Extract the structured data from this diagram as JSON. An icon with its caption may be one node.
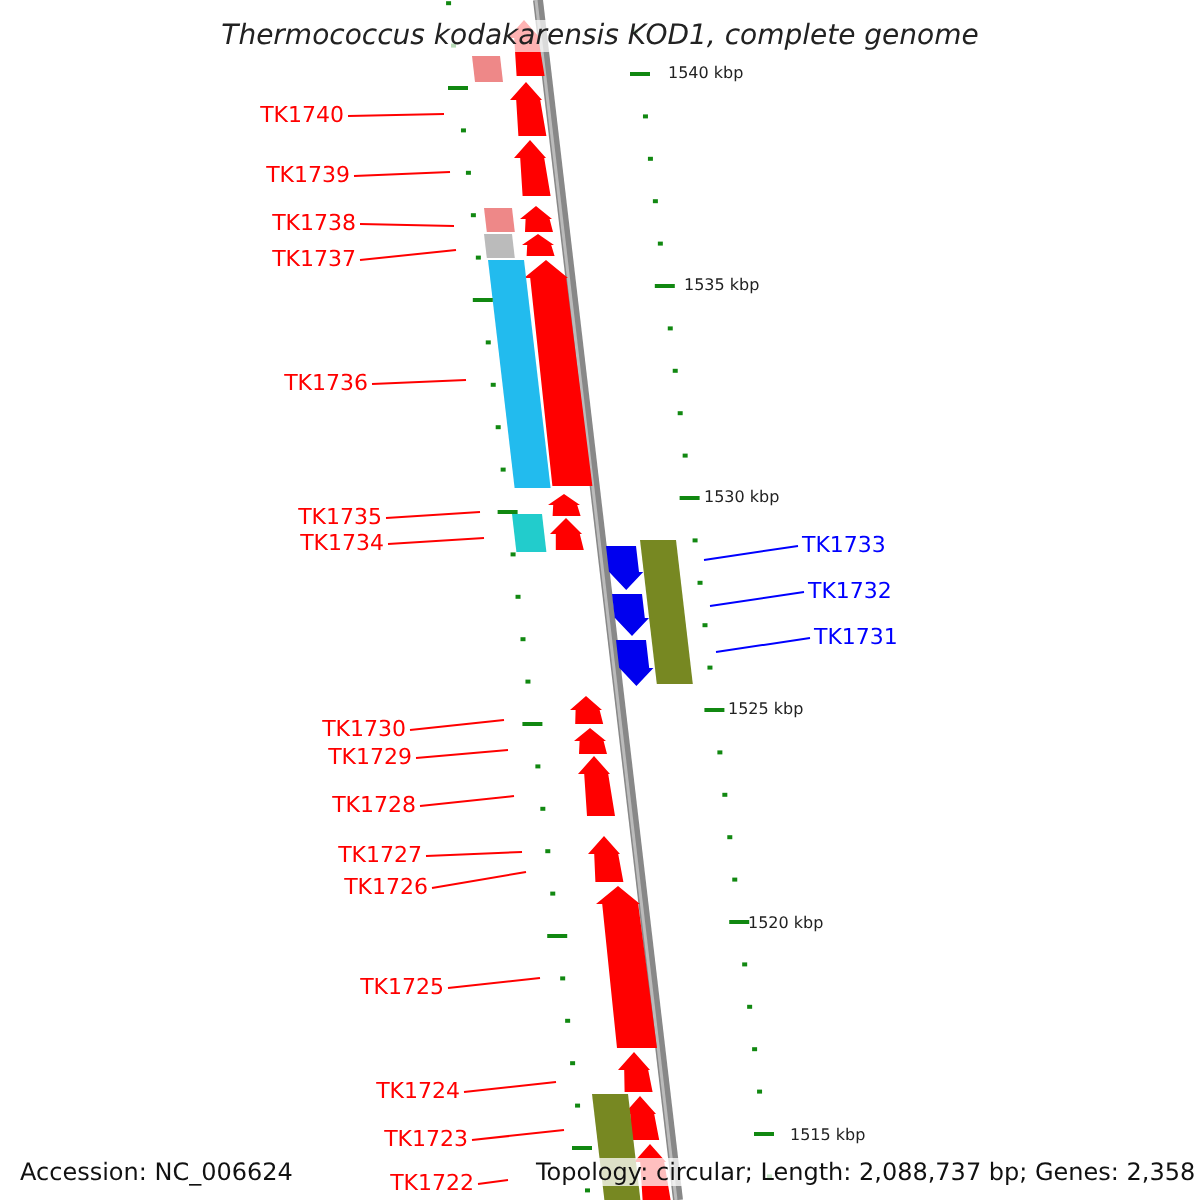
{
  "diagram": {
    "title": "Thermococcus kodakarensis KOD1, complete genome",
    "nodes": [
      {
        "text": [
          "TK1740"
        ]
      },
      {
        "text": [
          "TK1739"
        ]
      },
      {
        "text": [
          "TK1738"
        ]
      },
      {
        "text": [
          "TK1737"
        ]
      },
      {
        "text": [
          "TK1736"
        ]
      },
      {
        "text": [
          "TK1735"
        ]
      },
      {
        "text": [
          "TK1734"
        ]
      },
      {
        "text": [
          "TK1733"
        ]
      },
      {
        "text": [
          "TK1732"
        ]
      },
      {
        "text": [
          "TK1731"
        ]
      },
      {
        "text": [
          "TK1730"
        ]
      },
      {
        "text": [
          "TK1729"
        ]
      },
      {
        "text": [
          "TK1728"
        ]
      },
      {
        "text": [
          "TK1727"
        ]
      },
      {
        "text": [
          "TK1726"
        ]
      },
      {
        "text": [
          "TK1725"
        ]
      },
      {
        "text": [
          "TK1724"
        ]
      },
      {
        "text": [
          "TK1723"
        ]
      },
      {
        "text": [
          "TK1722"
        ]
      }
    ],
    "edges": [
      {
        "from": 0,
        "to": null,
        "arrow": "none"
      },
      {
        "from": 1,
        "to": null,
        "arrow": "none"
      },
      {
        "from": 2,
        "to": null,
        "arrow": "none"
      },
      {
        "from": 3,
        "to": null,
        "arrow": "none"
      },
      {
        "from": 4,
        "to": null,
        "arrow": "none"
      },
      {
        "from": 5,
        "to": null,
        "arrow": "none"
      },
      {
        "from": 6,
        "to": null,
        "arrow": "none"
      },
      {
        "from": 7,
        "to": null,
        "arrow": "none",
        "color": "#0000ff"
      },
      {
        "from": 8,
        "to": null,
        "arrow": "none",
        "color": "#0000ff"
      },
      {
        "from": 9,
        "to": null,
        "arrow": "none",
        "color": "#0000ff"
      },
      {
        "from": 10,
        "to": null,
        "arrow": "none"
      },
      {
        "from": 11,
        "to": null,
        "arrow": "none"
      },
      {
        "from": 12,
        "to": null,
        "arrow": "none"
      },
      {
        "from": 13,
        "to": null,
        "arrow": "none"
      },
      {
        "from": 14,
        "to": null,
        "arrow": "none"
      },
      {
        "from": 15,
        "to": null,
        "arrow": "none"
      },
      {
        "from": 16,
        "to": null,
        "arrow": "none"
      },
      {
        "from": 17,
        "to": null,
        "arrow": "none"
      },
      {
        "from": 18,
        "to": null,
        "arrow": "none"
      }
    ],
    "labels": [
      "1540 kbp",
      "1535 kbp",
      "1530 kbp",
      "1525 kbp",
      "1520 kbp",
      "1515 kbp",
      "Accession: NC_006624",
      "Topology: circular; Length: 2,088,737 bp; Genes: 2,358"
    ]
  }
}
